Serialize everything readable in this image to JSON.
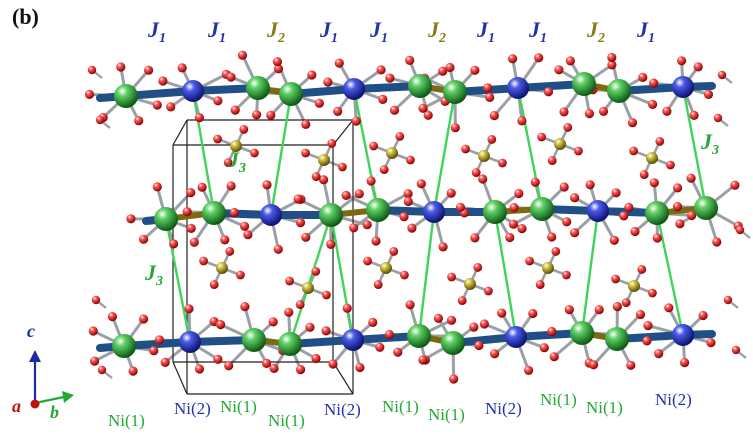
{
  "panel_label": "(b)",
  "colors": {
    "blue_atom": "#1f2bb5",
    "green_atom": "#1f9a2a",
    "oxygen": "#d01010",
    "phosphorus": "#9a8a18",
    "chain_j1": "#1f4f86",
    "chain_j2": "#7c6a10",
    "link_j3": "#3fd45a",
    "bond": "#9aa0a6",
    "j1_text": "#2233aa",
    "j2_text": "#8a7a14",
    "j3_text": "#22aa33",
    "ni1_text": "#22aa33",
    "ni2_text": "#2233aa"
  },
  "top_labels": [
    {
      "text": "J",
      "sub": "1",
      "kind": "J1"
    },
    {
      "text": "J",
      "sub": "1",
      "kind": "J1"
    },
    {
      "text": "J",
      "sub": "2",
      "kind": "J2"
    },
    {
      "text": "J",
      "sub": "1",
      "kind": "J1"
    },
    {
      "text": "J",
      "sub": "1",
      "kind": "J1"
    },
    {
      "text": "J",
      "sub": "2",
      "kind": "J2"
    },
    {
      "text": "J",
      "sub": "1",
      "kind": "J1"
    },
    {
      "text": "J",
      "sub": "1",
      "kind": "J1"
    },
    {
      "text": "J",
      "sub": "2",
      "kind": "J2"
    },
    {
      "text": "J",
      "sub": "1",
      "kind": "J1"
    }
  ],
  "j3_labels": [
    {
      "text": "J",
      "sub": "3"
    },
    {
      "text": "J",
      "sub": "3"
    },
    {
      "text": "J",
      "sub": "3"
    }
  ],
  "bottom_labels": [
    "Ni(1)",
    "Ni(2)",
    "Ni(1)",
    "Ni(1)",
    "Ni(2)",
    "Ni(1)",
    "Ni(1)",
    "Ni(2)",
    "Ni(1)",
    "Ni(1)",
    "Ni(2)"
  ],
  "axes": {
    "c": "c",
    "a": "a",
    "b": "b"
  }
}
